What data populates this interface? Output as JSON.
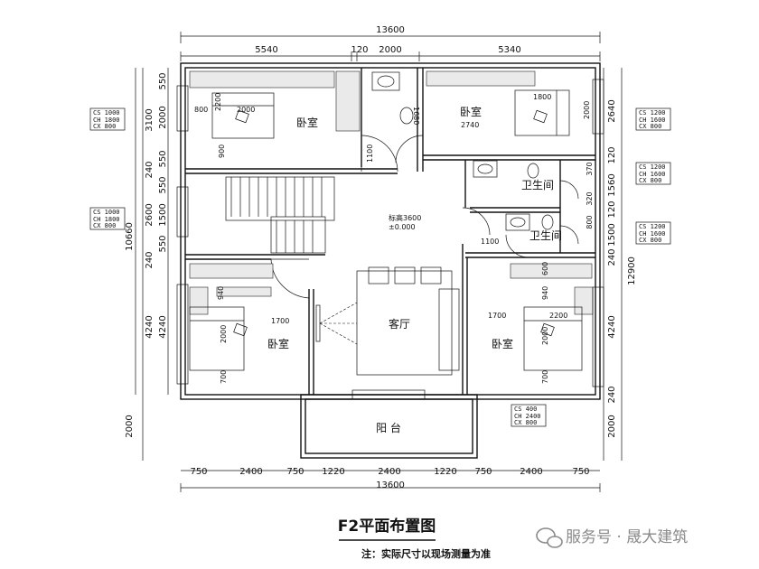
{
  "plan": {
    "title": "F2平面布置图",
    "note": "注：实际尺寸以现场测量为准",
    "watermark": "服务号 · 晟大建筑",
    "top_total": "13600",
    "bottom_total": "13600",
    "top_dims": [
      "5540",
      "120",
      "2000",
      "5340"
    ],
    "bottom_dims": [
      "750",
      "2400",
      "750",
      "1220",
      "2400",
      "1220",
      "750",
      "2400",
      "750"
    ],
    "left_outer": [
      "3100",
      "240",
      "2600",
      "240",
      "4240",
      "2000"
    ],
    "left_inner": [
      "550",
      "2000",
      "550",
      "550",
      "1500",
      "550",
      "4240"
    ],
    "left_total": "10660",
    "right_outer": [
      "2640",
      "120",
      "1560",
      "120",
      "1500",
      "240",
      "4240",
      "240",
      "2000"
    ],
    "right_inner": [
      "370",
      "320",
      "800"
    ],
    "right_total": "12900",
    "rooms": {
      "bedroom_tl": "卧室",
      "bedroom_tr": "卧室",
      "bedroom_bl": "卧室",
      "bedroom_br": "卧室",
      "living": "客厅",
      "bath_1": "卫生间",
      "bath_2": "卫生间",
      "balcony": "阳 台"
    },
    "elevation_1": "标高3600",
    "elevation_2": "±0.000",
    "inner_dims": {
      "tl_800": "800",
      "tl_2200": "2200",
      "tl_2000": "2000",
      "tl_900": "900",
      "tr_1800": "1800",
      "tr_2740": "2740",
      "tr_2000": "2000",
      "c_1100a": "1100",
      "c_1100b": "1100",
      "c_1680": "1680",
      "bl_940": "940",
      "bl_1700": "1700",
      "bl_2000": "2000",
      "bl_700": "700",
      "br_600": "600",
      "br_940": "940",
      "br_1700": "1700",
      "br_2200": "2200",
      "br_2000": "2000",
      "br_700": "700"
    },
    "window_tags": [
      [
        "CS 1000",
        "CH 1800",
        "CX 800"
      ],
      [
        "CS 1000",
        "CH 1800",
        "CX 800"
      ],
      [
        "CS 1200",
        "CH 1600",
        "CX 800"
      ],
      [
        "CS 1200",
        "CH 1600",
        "CX 800"
      ],
      [
        "CS 1200",
        "CH 1600",
        "CX 800"
      ],
      [
        "CS 400",
        "CH 2400",
        "CX 800"
      ]
    ]
  },
  "colors": {
    "line": "#111111",
    "cabinet": "#eaeaea",
    "watermark": "#8a8a8a"
  },
  "icons": {
    "watermark_logo": "wechat-logo-icon"
  }
}
